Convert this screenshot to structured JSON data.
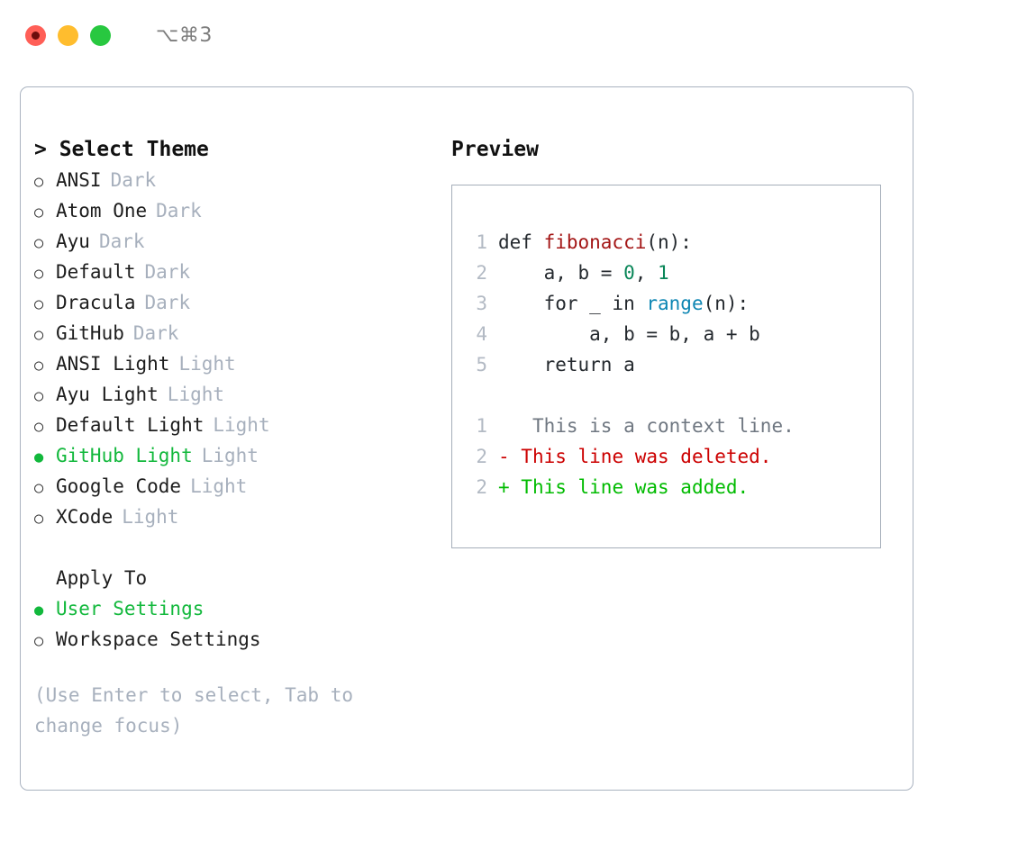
{
  "titlebar": {
    "lights": [
      {
        "name": "close",
        "color": "#FF5F57"
      },
      {
        "name": "minimize",
        "color": "#FFBD2E"
      },
      {
        "name": "zoom",
        "color": "#28C840"
      }
    ],
    "shortcut": "⌥⌘3"
  },
  "colors": {
    "accent_green": "#12b83c",
    "muted": "#a7b0bd",
    "border": "#aab3c0",
    "diff_add": "#00bb00",
    "diff_del": "#cc0000",
    "fn": "#a31515",
    "num": "#098658",
    "builtin": "#0d86b3"
  },
  "left": {
    "title": "> Select Theme",
    "themes": [
      {
        "bullet": "○",
        "name": "ANSI",
        "tag": "Dark",
        "selected": false
      },
      {
        "bullet": "○",
        "name": "Atom One",
        "tag": "Dark",
        "selected": false
      },
      {
        "bullet": "○",
        "name": "Ayu",
        "tag": "Dark",
        "selected": false
      },
      {
        "bullet": "○",
        "name": "Default",
        "tag": "Dark",
        "selected": false
      },
      {
        "bullet": "○",
        "name": "Dracula",
        "tag": "Dark",
        "selected": false
      },
      {
        "bullet": "○",
        "name": "GitHub",
        "tag": "Dark",
        "selected": false
      },
      {
        "bullet": "○",
        "name": "ANSI Light",
        "tag": "Light",
        "selected": false
      },
      {
        "bullet": "○",
        "name": "Ayu Light",
        "tag": "Light",
        "selected": false
      },
      {
        "bullet": "○",
        "name": "Default Light",
        "tag": "Light",
        "selected": false
      },
      {
        "bullet": "●",
        "name": "GitHub Light",
        "tag": "Light",
        "selected": true
      },
      {
        "bullet": "○",
        "name": "Google Code",
        "tag": "Light",
        "selected": false
      },
      {
        "bullet": "○",
        "name": "XCode",
        "tag": "Light",
        "selected": false
      }
    ],
    "apply_to_label": "Apply To",
    "apply_to": [
      {
        "bullet": "●",
        "name": "User Settings",
        "selected": true
      },
      {
        "bullet": "○",
        "name": "Workspace Settings",
        "selected": false
      }
    ],
    "hint": "(Use Enter to select, Tab to change focus)"
  },
  "right": {
    "title": "Preview",
    "code_lines": [
      {
        "no": "1",
        "parts": [
          {
            "t": "def ",
            "c": "plain"
          },
          {
            "t": "fibonacci",
            "c": "fn"
          },
          {
            "t": "(n):",
            "c": "plain"
          }
        ]
      },
      {
        "no": "2",
        "parts": [
          {
            "t": "    a, b = ",
            "c": "plain"
          },
          {
            "t": "0",
            "c": "num"
          },
          {
            "t": ", ",
            "c": "plain"
          },
          {
            "t": "1",
            "c": "num"
          }
        ]
      },
      {
        "no": "3",
        "parts": [
          {
            "t": "    for _ in ",
            "c": "plain"
          },
          {
            "t": "range",
            "c": "bi"
          },
          {
            "t": "(n):",
            "c": "plain"
          }
        ]
      },
      {
        "no": "4",
        "parts": [
          {
            "t": "        a, b = b, a + b",
            "c": "plain"
          }
        ]
      },
      {
        "no": "5",
        "parts": [
          {
            "t": "    return a",
            "c": "plain"
          }
        ]
      }
    ],
    "diff_lines": [
      {
        "no": "1",
        "marker": " ",
        "text": "  This is a context line.",
        "kind": "ctx"
      },
      {
        "no": "2",
        "marker": "-",
        "text": " This line was deleted.",
        "kind": "del"
      },
      {
        "no": "2",
        "marker": "+",
        "text": " This line was added.",
        "kind": "add"
      }
    ]
  }
}
